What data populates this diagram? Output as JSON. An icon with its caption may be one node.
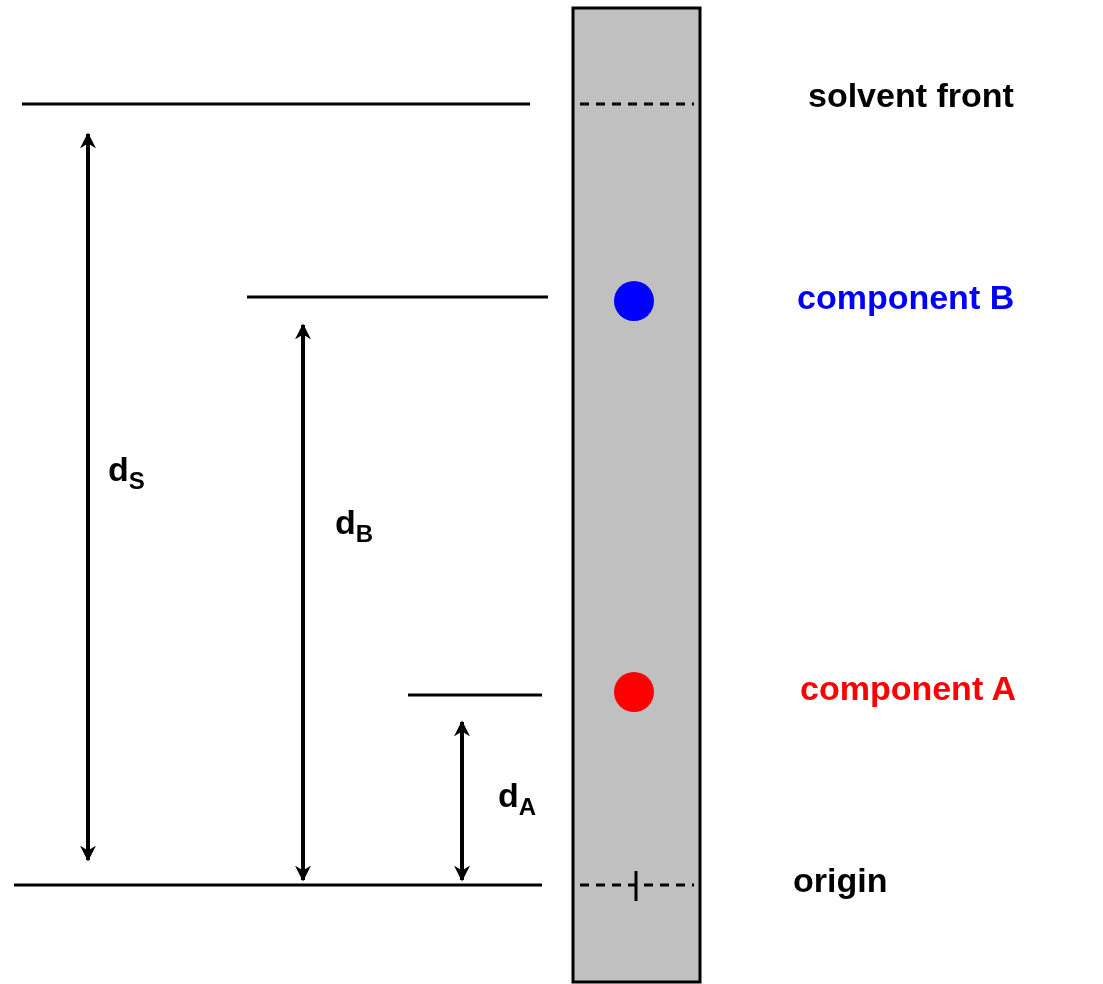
{
  "diagram": {
    "labels": [
      "solvent front",
      "component B",
      "d$_{S}$",
      "d$_{B}$",
      "component A",
      "d$_{A}$",
      "origin"
    ]
  }
}
